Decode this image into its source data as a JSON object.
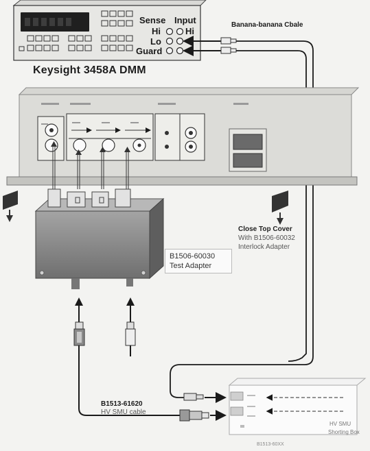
{
  "dmm": {
    "model_label": "Keysight 3458A DMM",
    "sense_label": "Sense",
    "input_label": "Input",
    "hi_left": "Hi",
    "hi_right": "Hi",
    "lo_label": "Lo",
    "guard_label": "Guard"
  },
  "cables": {
    "banana_label": "Banana-banana Cbale",
    "smu_cable_part": "B1513-61620",
    "smu_cable_desc": "HV SMU cable"
  },
  "notes": {
    "close_cover": "Close Top Cover",
    "with_adapter": "With B1506-60032",
    "interlock": "Interlock Adapter"
  },
  "test_adapter": {
    "part": "B1506-60030",
    "name": "Test Adapter"
  },
  "shorting_box": {
    "label_line1": "HV SMU",
    "label_line2": "Shorting Box",
    "part": "B1513-60XX"
  },
  "colors": {
    "line": "#1a1a1a",
    "panel": "#dcdcd8",
    "adapter": "#8c8c8c"
  },
  "icons": [
    "arrow-up-icon",
    "arrow-down-icon",
    "banana-plug-icon",
    "bnc-connector-icon"
  ]
}
